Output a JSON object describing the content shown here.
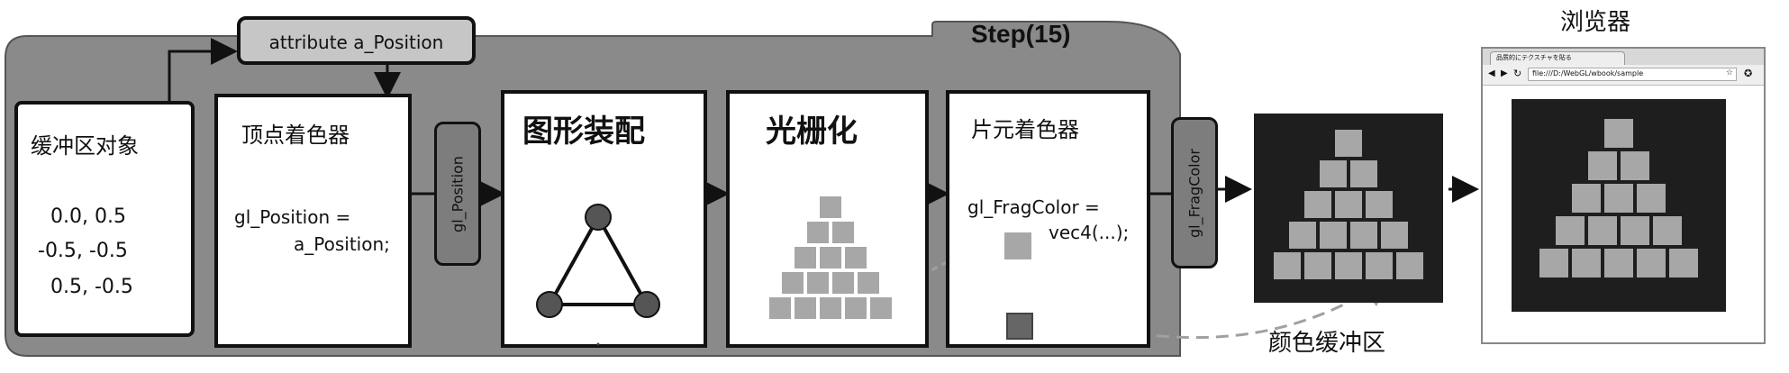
{
  "step_label": "Step(15)",
  "attribute_label": "attribute a_Position",
  "buffer": {
    "title": "缓冲区对象",
    "values": [
      "0.0,  0.5",
      "-0.5, -0.5",
      "0.5, -0.5"
    ]
  },
  "vertex_shader": {
    "title": "顶点着色器",
    "code_line1": "gl_Position =",
    "code_line2": "a_Position;"
  },
  "gl_position_label": "gl_Position",
  "assembly_title": "图形装配",
  "raster_title": "光栅化",
  "fragment_shader": {
    "title": "片元着色器",
    "code_line1": "gl_FragColor =",
    "code_line2": "vec4(...);"
  },
  "gl_fragcolor_label": "gl_FragColor",
  "color_buffer_label": "颜色缓冲区",
  "browser_label": "浏览器",
  "browser_window": {
    "tab_text": "品质的にテクスチャを貼る",
    "url_text": "file:///D:/WebGL/wbook/sample"
  },
  "pyramid_rows": [
    1,
    2,
    3,
    4,
    5
  ],
  "colors": {
    "pipeline_bg": "#8a8a8a",
    "pill_bg": "#7d7d7d",
    "framebuffer_bg": "#1e1e1e",
    "fragment_square": "#a7a7a7",
    "arrow_dashed": "#a0a0a0"
  }
}
